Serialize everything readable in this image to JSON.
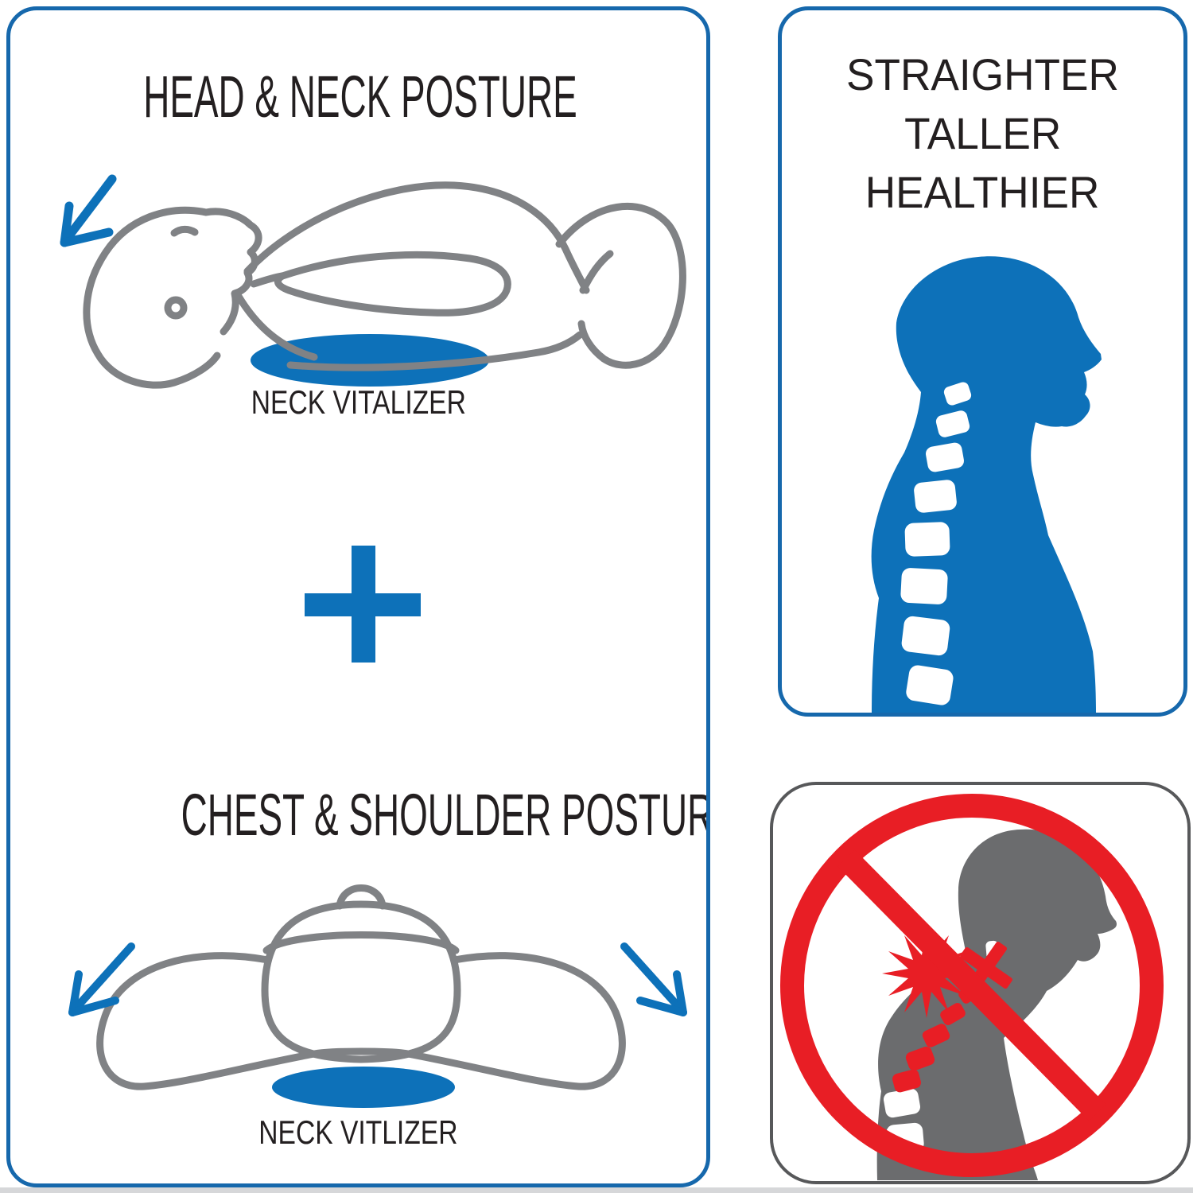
{
  "colors": {
    "brand_blue": "#0d71b9",
    "panel_border_blue": "#1668ac",
    "panel_border_gray": "#57585a",
    "figure_line_gray": "#808285",
    "silhouette_gray": "#6b6c6e",
    "alert_red": "#e81e25",
    "text_dark": "#231f20",
    "footer_strip": "#d6d7d9"
  },
  "left_panel": {
    "top_section": {
      "title": "HEAD & NECK POSTURE",
      "caption": "NECK VITALIZER"
    },
    "bottom_section": {
      "title": "CHEST & SHOULDER POSTURE",
      "caption": "NECK VITLIZER"
    }
  },
  "right_top_panel": {
    "lines": [
      "STRAIGHTER",
      "TALLER",
      "HEALTHIER"
    ]
  }
}
